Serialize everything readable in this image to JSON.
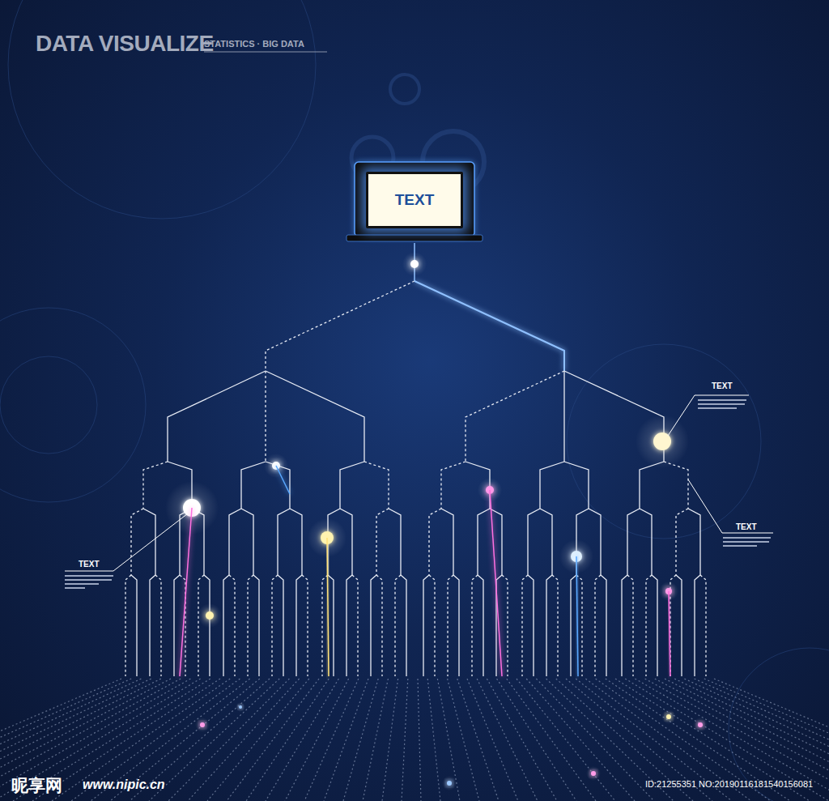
{
  "diagram": {
    "title": "DATA VISUALIZE",
    "nodes": [
      {
        "text": [
          "TEXT"
        ]
      }
    ],
    "labels": [
      "STATISTICS · BIG DATA",
      "TEXT",
      "TEXT",
      "TEXT",
      "昵享网",
      "www.nipic.cn",
      "ID:21255351 NO:20190116181540156081"
    ]
  }
}
